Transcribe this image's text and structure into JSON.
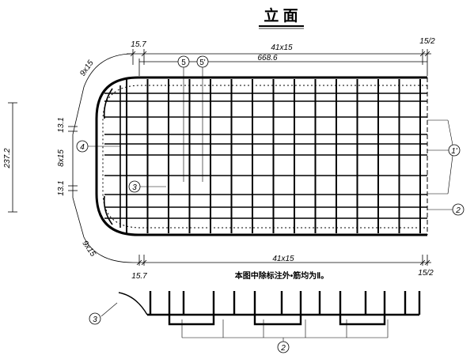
{
  "title": "立 面",
  "dims": {
    "top_left_small": "15.7",
    "top_span": "41x15",
    "top_right_small": "15/2",
    "top_total": "668.6",
    "arc_top": "9x15",
    "arc_bottom": "9x15",
    "left_a": "13.1",
    "left_mid": "8x15",
    "left_b": "13.1",
    "height_total": "237.2",
    "bottom_left_small": "15.7",
    "bottom_span": "41x15",
    "bottom_right_small": "15/2"
  },
  "callouts": {
    "c5": "5",
    "c5p": "5'",
    "c4": "4",
    "c3": "3",
    "c1p": "1'",
    "c2": "2",
    "c3_detail": "3",
    "c2_detail": "2"
  },
  "note": "本图中除标注外•筋均为Ⅱ。"
}
